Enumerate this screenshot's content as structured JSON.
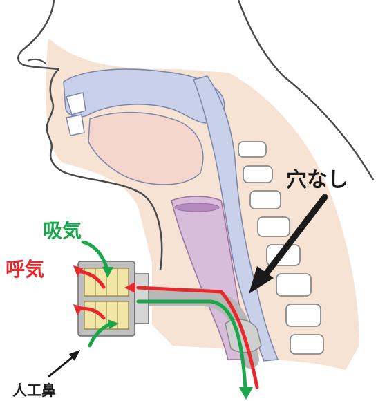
{
  "labels": {
    "no_hole": "穴なし",
    "inhale": "吸気",
    "exhale": "呼気",
    "artificial_nose": "人工鼻"
  },
  "colors": {
    "inhale": "#1aa64a",
    "exhale": "#e8282c",
    "skin": "#f6e3d3",
    "outline": "#4a4a4a",
    "airway": "#c9d0ea",
    "trachea": "#d7bdd9",
    "bone": "#ffffff",
    "pointer": "#1a1a1a",
    "filter": "#f2e6a6",
    "device": "#bfbfbf"
  }
}
